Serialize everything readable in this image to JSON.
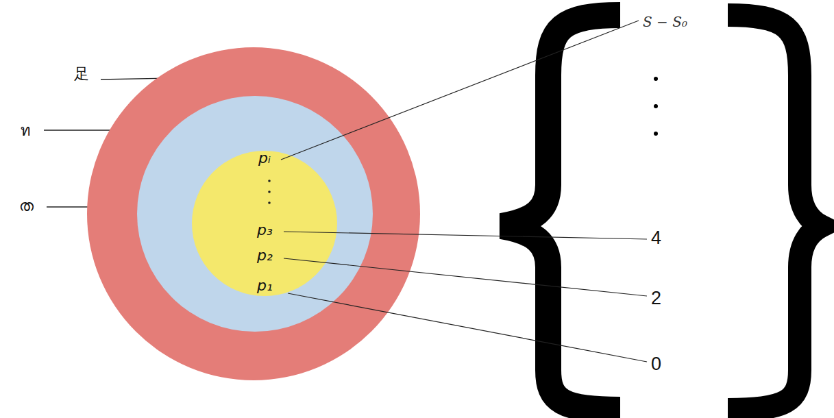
{
  "diagram": {
    "nodes": [
      {
        "text": [
          "足"
        ]
      },
      {
        "text": [
          "ท"
        ],
        "in": 0
      },
      {
        "text": [
          "ത"
        ],
        "in": 1
      }
    ],
    "labels": [
      "pᵢ",
      "p₃",
      "p₂",
      "p₁",
      "S − S₀",
      "4",
      "2",
      "0"
    ]
  }
}
